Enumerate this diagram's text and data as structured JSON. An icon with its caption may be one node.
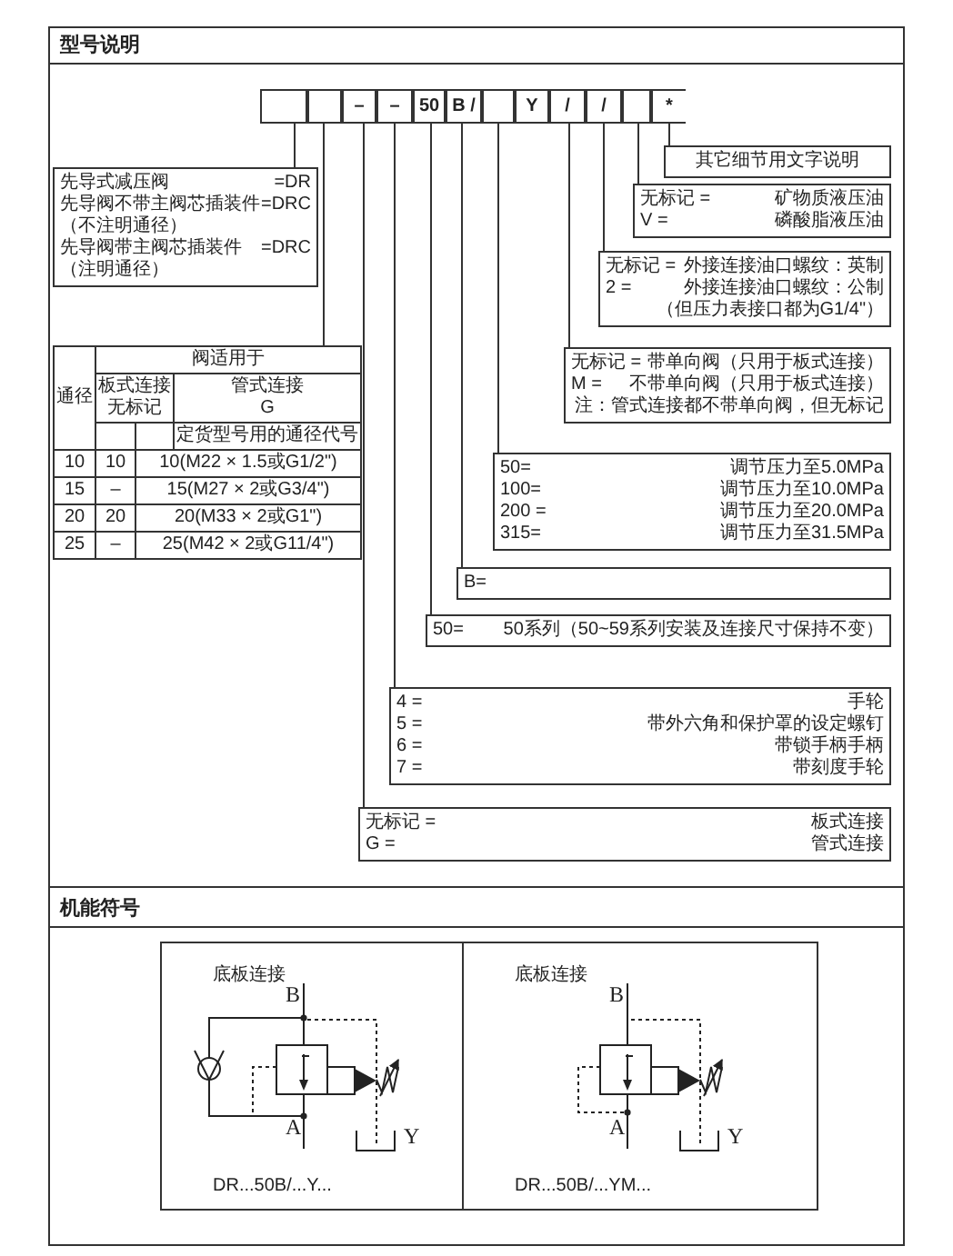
{
  "diagram": {
    "nodes": [
      {
        "text": [],
        "shape": "box"
      },
      {
        "text": [],
        "shape": "box"
      },
      {
        "text": [
          "–"
        ]
      },
      {
        "text": [
          "–"
        ]
      },
      {
        "text": [
          "50"
        ]
      },
      {
        "text": [
          "B /"
        ]
      },
      {
        "text": [],
        "shape": "box"
      },
      {
        "text": [
          "Y"
        ]
      },
      {
        "text": [
          "/"
        ]
      },
      {
        "text": [
          "/"
        ]
      },
      {
        "text": [],
        "shape": "box"
      },
      {
        "text": [
          "*"
        ]
      },
      {
        "text": [
          "先导式减压阀",
          "=DR",
          "先导阀不带主阀芯插装件",
          "=DRC",
          "（不注明通径）",
          "先导阀带主阀芯插装件",
          "=DRC",
          "（注明通径）"
        ]
      },
      {
        "text": [
          "通径",
          "阀适用于",
          "板式连接",
          "无标记",
          "管式连接",
          "G",
          "定货型号用的通径代号",
          "10",
          "10",
          "10(M22 × 1.5或G1/2\")",
          "15",
          "–",
          "15(M27 × 2或G3/4\")",
          "20",
          "20",
          "20(M33 × 2或G1\")",
          "25",
          "–",
          "25(M42 × 2或G11/4\")"
        ]
      },
      {
        "text": [
          "其它细节用文字说明"
        ]
      },
      {
        "text": [
          "无标记 =",
          "矿物质液压油",
          "V =",
          "磷酸脂液压油"
        ]
      },
      {
        "text": [
          "无标记 =",
          "外接连接油口螺纹：英制",
          "2 =",
          "外接连接油口螺纹：公制",
          "（但压力表接口都为G1/4\"）"
        ]
      },
      {
        "text": [
          "无标记 =",
          "带单向阀（只用于板式连接）",
          "M =",
          "不带单向阀（只用于板式连接）",
          "注：管式连接都不带单向阀，但无标记"
        ]
      },
      {
        "text": [
          "50=",
          "调节压力至5.0MPa",
          "100=",
          "调节压力至10.0MPa",
          "200 =",
          "调节压力至20.0MPa",
          "315=",
          "调节压力至31.5MPa"
        ]
      },
      {
        "text": [
          "B="
        ]
      },
      {
        "text": [
          "50=",
          "50系列（50~59系列安装及连接尺寸保持不变）"
        ]
      },
      {
        "text": [
          "4 =",
          "手轮",
          "5 =",
          "带外六角和保护罩的设定螺钉",
          "6 =",
          "带锁手柄手柄",
          "7 =",
          "带刻度手轮"
        ]
      },
      {
        "text": [
          "无标记 =",
          "板式连接",
          "G =",
          "管式连接"
        ]
      },
      {
        "text": [
          "底板连接",
          "DR...50B/...Y..."
        ]
      },
      {
        "text": [
          "底板连接",
          "DR...50B/...YM..."
        ]
      }
    ],
    "edges": [
      {
        "from": 0,
        "to": 12,
        "arrow": "none"
      },
      {
        "from": 1,
        "to": 13,
        "arrow": "none"
      },
      {
        "from": 11,
        "to": 14,
        "arrow": "none"
      },
      {
        "from": 10,
        "to": 15,
        "arrow": "none"
      },
      {
        "from": 9,
        "to": 16,
        "arrow": "none"
      },
      {
        "from": 8,
        "to": 17,
        "arrow": "none"
      },
      {
        "from": 6,
        "to": 18,
        "arrow": "none"
      },
      {
        "from": 5,
        "to": 19,
        "arrow": "none"
      },
      {
        "from": 4,
        "to": 20,
        "arrow": "none"
      },
      {
        "from": 3,
        "to": 21,
        "arrow": "none"
      },
      {
        "from": 2,
        "to": 22,
        "arrow": "none"
      }
    ],
    "labels": [
      "型号说明",
      "机能符号",
      "B",
      "A",
      "Y",
      "B",
      "A",
      "Y"
    ]
  }
}
